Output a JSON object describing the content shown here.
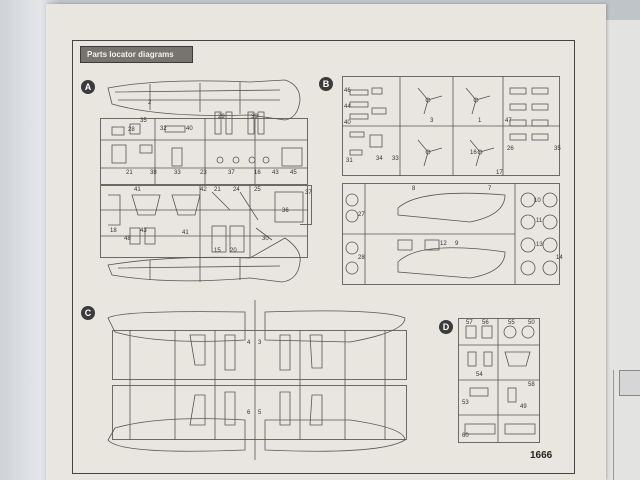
{
  "document": {
    "header": "Parts locator diagrams",
    "page_number": "1666"
  },
  "panels": [
    {
      "label": "A"
    },
    {
      "label": "B"
    },
    {
      "label": "C"
    },
    {
      "label": "D"
    }
  ],
  "part_numbers": {
    "a": [
      "2",
      "28",
      "35",
      "32",
      "40",
      "29",
      "39",
      "21",
      "38",
      "33",
      "23",
      "37",
      "16",
      "43",
      "45",
      "41",
      "42",
      "21",
      "24",
      "25",
      "36",
      "37",
      "18",
      "48",
      "43",
      "41",
      "15",
      "20",
      "30"
    ],
    "b": [
      "46",
      "44",
      "40",
      "47",
      "3",
      "1",
      "16",
      "26",
      "31",
      "34",
      "33",
      "17",
      "35",
      "8",
      "7",
      "27",
      "28",
      "10",
      "12",
      "9",
      "11",
      "13",
      "14"
    ],
    "c": [
      "4",
      "3",
      "6",
      "5"
    ],
    "d": [
      "57",
      "56",
      "55",
      "50",
      "58",
      "54",
      "53",
      "49",
      "60"
    ]
  },
  "colors": {
    "paper": "#e9e6df",
    "ink": "#3b3b3b",
    "header_bg": "#77736e"
  }
}
